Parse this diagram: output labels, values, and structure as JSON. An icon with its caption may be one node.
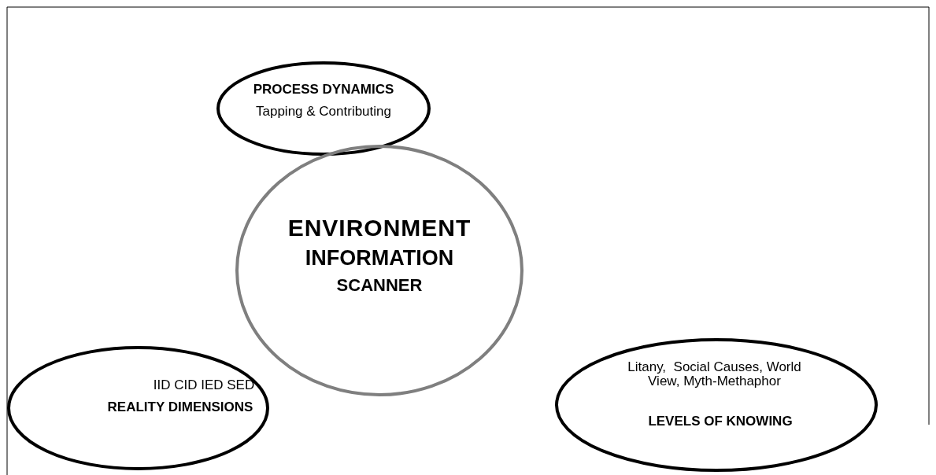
{
  "diagram": {
    "nodes": [
      {
        "text": [
          "PROCESS DYNAMICS",
          "Tapping & Contributing"
        ]
      },
      {
        "text": [
          "ENVIRONMENT",
          "INFORMATION",
          "SCANNER"
        ]
      },
      {
        "text": [
          "IID CID IED SED",
          "REALITY DIMENSIONS"
        ]
      },
      {
        "text": [
          "Litany,  Social Causes, World View, Myth-Methaphor",
          "LEVELS OF KNOWING"
        ]
      }
    ]
  }
}
